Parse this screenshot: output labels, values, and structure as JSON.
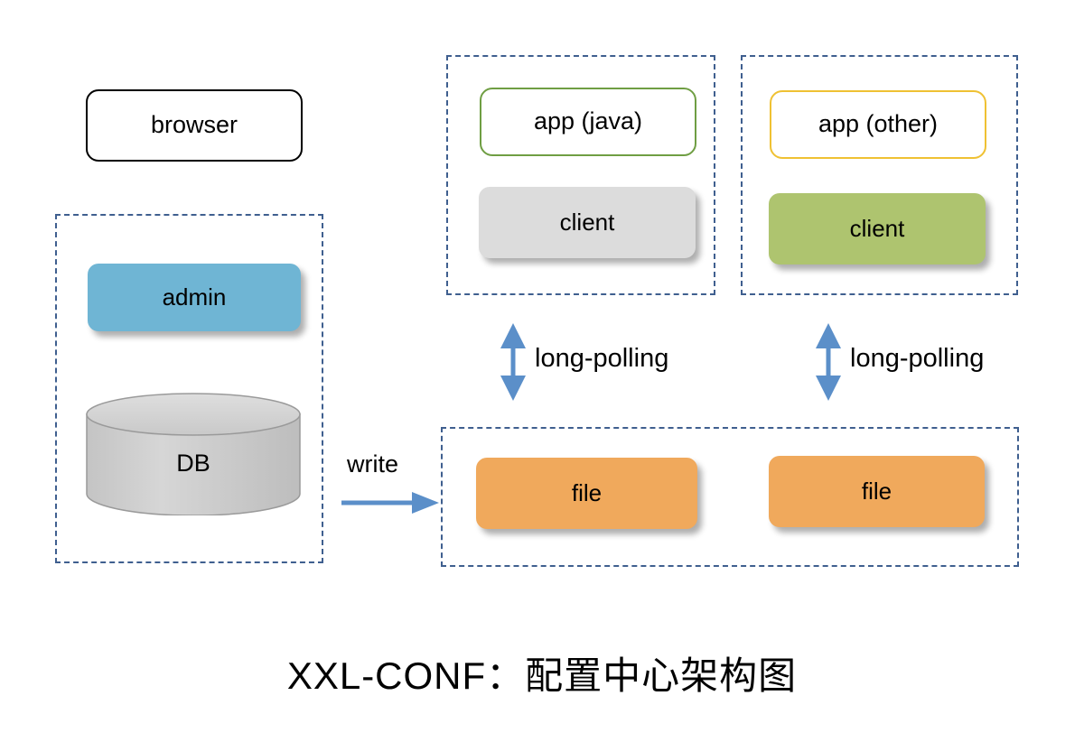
{
  "diagram": {
    "caption": "XXL-CONF：配置中心架构图",
    "colors": {
      "dashed_border": "#3f5f8f",
      "arrow_blue": "#5b8fc9",
      "admin_fill": "#6fb5d4",
      "db_fill": "#cfcfcf",
      "client_java_fill": "#dcdcdc",
      "client_other_fill": "#aec46f",
      "file_fill": "#f0a95c",
      "app_java_border": "#6f9e43",
      "app_other_border": "#efc133",
      "browser_border": "#000000"
    },
    "nodes": {
      "browser": {
        "label": "browser"
      },
      "admin": {
        "label": "admin"
      },
      "db": {
        "label": "DB"
      },
      "app_java": {
        "label": "app (java)"
      },
      "client_java": {
        "label": "client"
      },
      "app_other": {
        "label": "app (other)"
      },
      "client_other": {
        "label": "client"
      },
      "file_left": {
        "label": "file"
      },
      "file_right": {
        "label": "file"
      }
    },
    "edges": {
      "write": {
        "label": "write",
        "direction": "right"
      },
      "long_polling_left": {
        "label": "long-polling",
        "direction": "bidirectional-vertical"
      },
      "long_polling_right": {
        "label": "long-polling",
        "direction": "bidirectional-vertical"
      }
    },
    "groups": {
      "server_group": {
        "name": "admin-db-group"
      },
      "app_java_group": {
        "name": "app-java-group"
      },
      "app_other_group": {
        "name": "app-other-group"
      },
      "file_group": {
        "name": "file-storage-group"
      }
    }
  }
}
